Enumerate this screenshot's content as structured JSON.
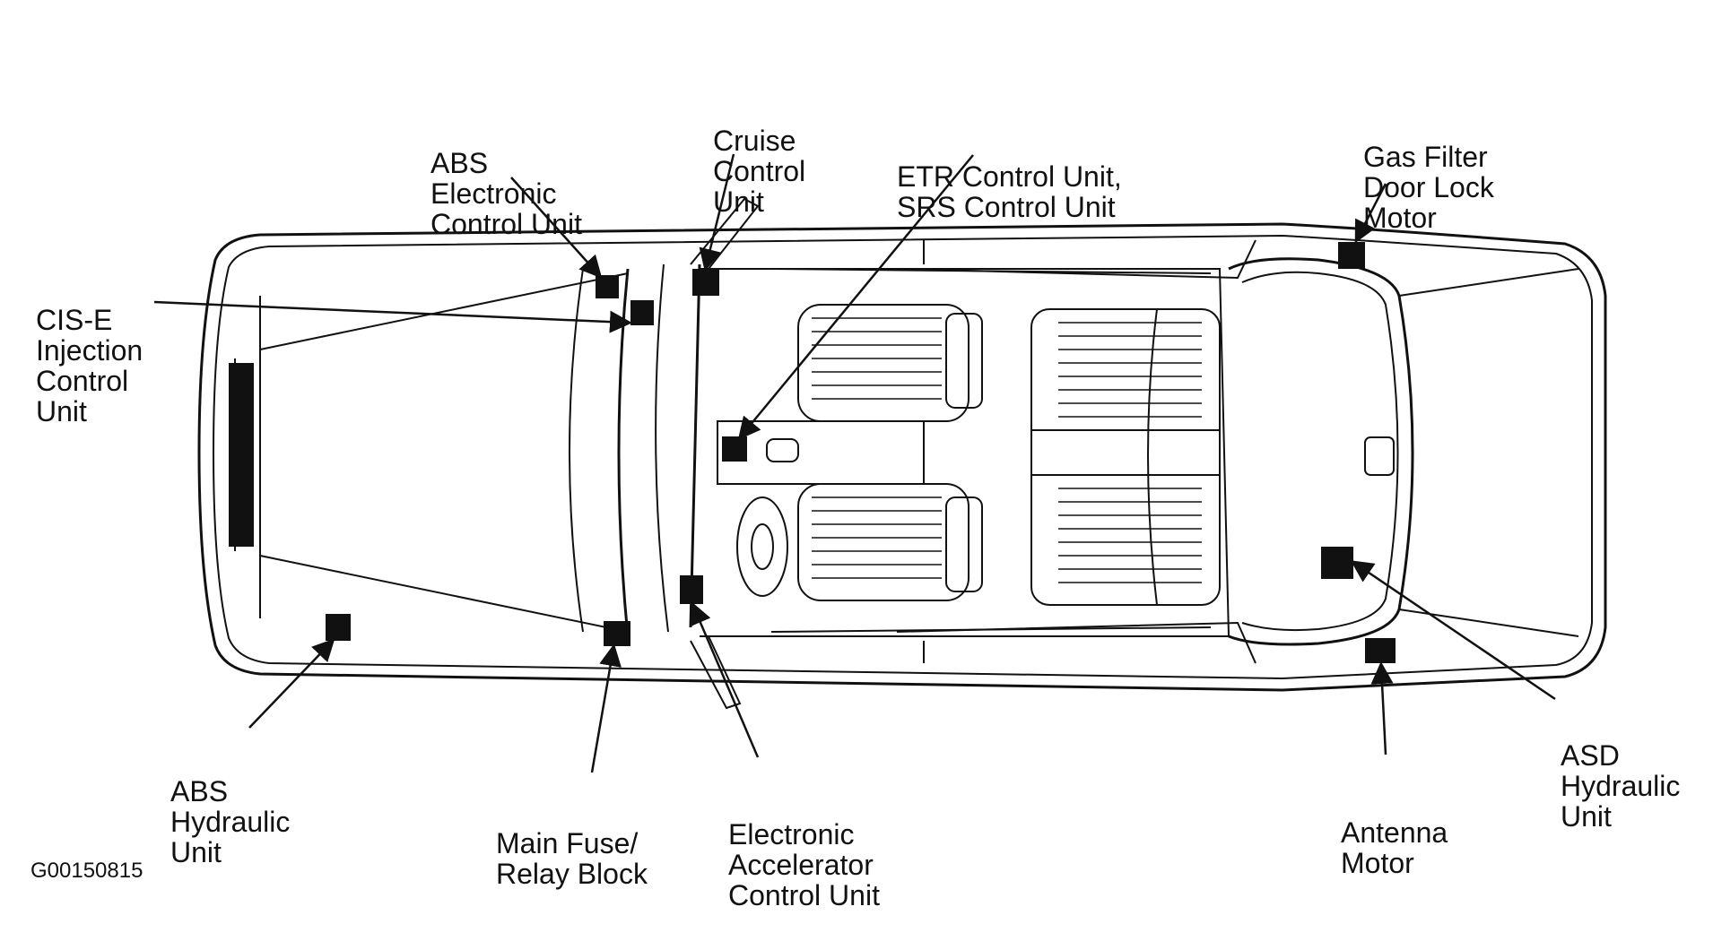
{
  "labels": {
    "abs_ecu": [
      "ABS",
      "Electronic",
      "Control Unit"
    ],
    "cruise": [
      "Cruise",
      "Control",
      "Unit"
    ],
    "etr_srs": [
      "ETR Control Unit,",
      "SRS Control Unit"
    ],
    "gas_filter": [
      "Gas Filter",
      "Door Lock",
      "Motor"
    ],
    "cis_e": [
      "CIS-E",
      "Injection",
      "Control",
      "Unit"
    ],
    "abs_hydraulic": [
      "ABS",
      "Hydraulic",
      "Unit"
    ],
    "main_fuse": [
      "Main Fuse/",
      "Relay Block"
    ],
    "electronic_accel": [
      "Electronic",
      "Accelerator",
      "Control Unit"
    ],
    "antenna": [
      "Antenna",
      "Motor"
    ],
    "asd_hydraulic": [
      "ASD",
      "Hydraulic",
      "Unit"
    ]
  },
  "figure_id": "G00150815"
}
